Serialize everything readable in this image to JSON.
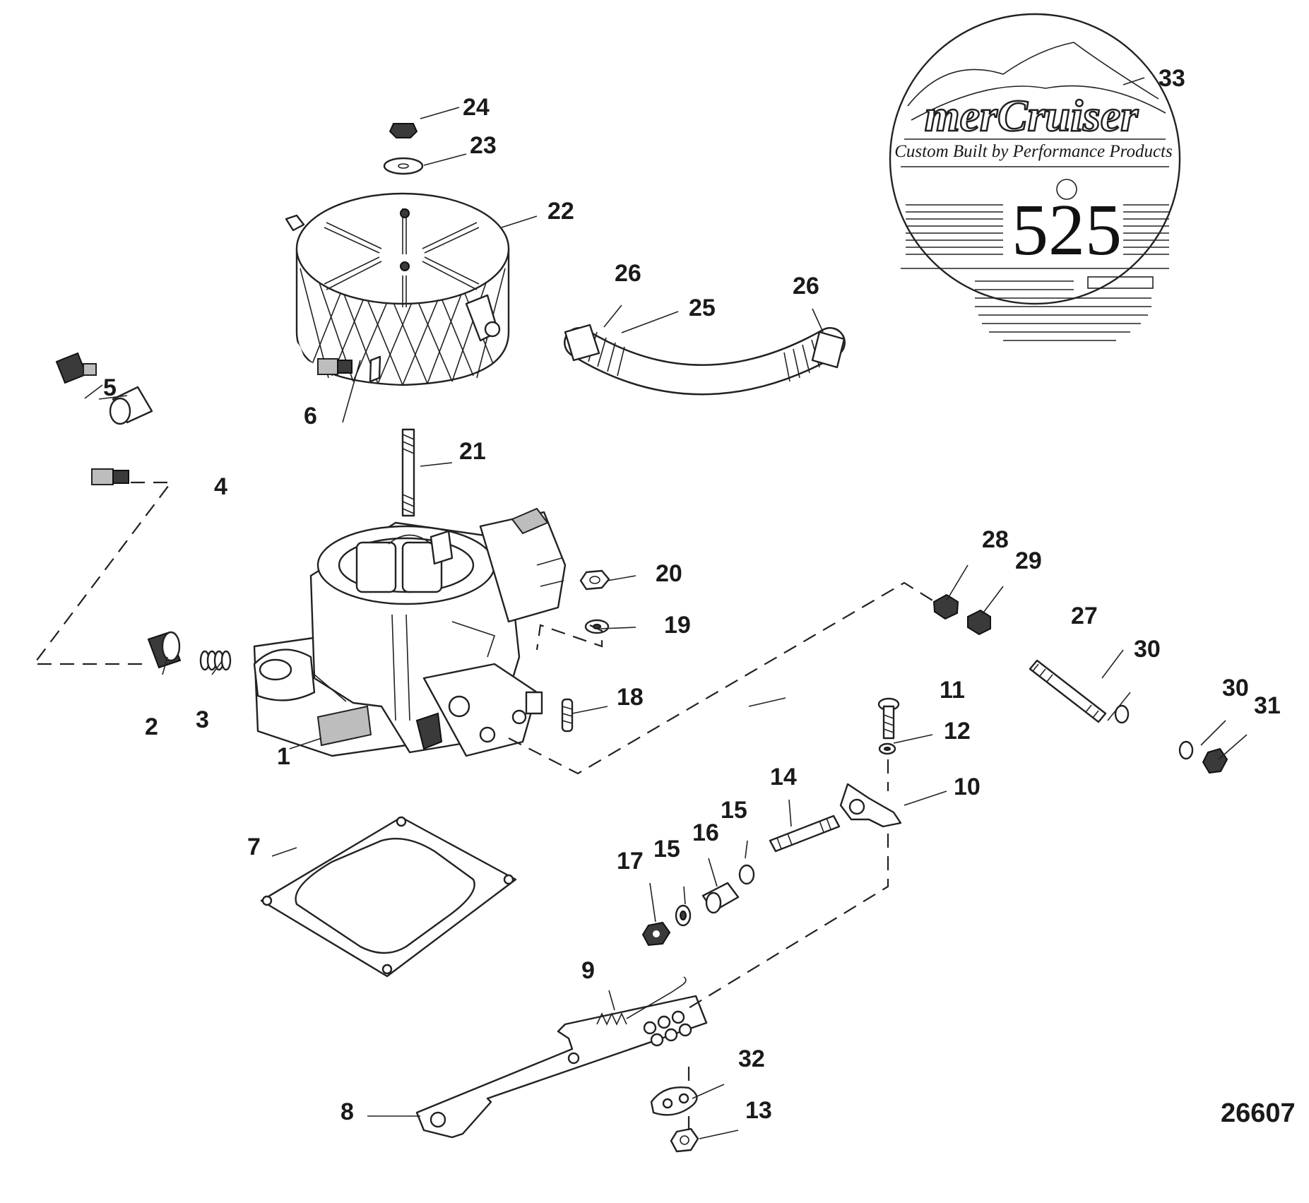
{
  "callouts": {
    "c1": "1",
    "c2": "2",
    "c3": "3",
    "c4": "4",
    "c5": "5",
    "c6": "6",
    "c7": "7",
    "c8": "8",
    "c9": "9",
    "c10": "10",
    "c11": "11",
    "c12": "12",
    "c13": "13",
    "c14": "14",
    "c15a": "15",
    "c15b": "15",
    "c16": "16",
    "c17": "17",
    "c18": "18",
    "c19": "19",
    "c20": "20",
    "c21": "21",
    "c22": "22",
    "c23": "23",
    "c24": "24",
    "c25": "25",
    "c26a": "26",
    "c26b": "26",
    "c27": "27",
    "c28": "28",
    "c29": "29",
    "c30a": "30",
    "c30b": "30",
    "c31": "31",
    "c32": "32",
    "c33": "33"
  },
  "badge": {
    "brand": "merCruiser",
    "tagline": "Custom Built by Performance Products",
    "model": "525"
  },
  "drawing_number": "26607"
}
